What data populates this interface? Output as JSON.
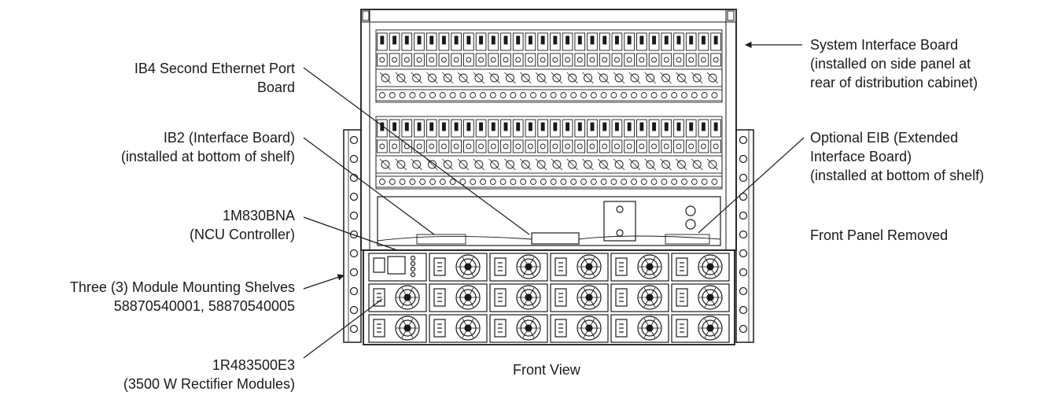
{
  "callouts": {
    "ib4": [
      "IB4 Second Ethernet Port",
      "Board"
    ],
    "ib2": [
      "IB2 (Interface Board)",
      "(installed at bottom of shelf)"
    ],
    "ncu": [
      "1M830BNA",
      "(NCU Controller)"
    ],
    "shelves": [
      "Three (3) Module Mounting Shelves",
      "58870540001, 58870540005"
    ],
    "rectifiers": [
      "1R483500E3",
      "(3500 W Rectifier Modules)"
    ],
    "sib": [
      "System Interface Board",
      "(installed on side panel at",
      "rear of distribution cabinet)"
    ],
    "eib": [
      "Optional EIB (Extended",
      "Interface Board)",
      "(installed at bottom of shelf)"
    ]
  },
  "captions": {
    "front_panel": "Front Panel Removed",
    "front_view": "Front View"
  }
}
